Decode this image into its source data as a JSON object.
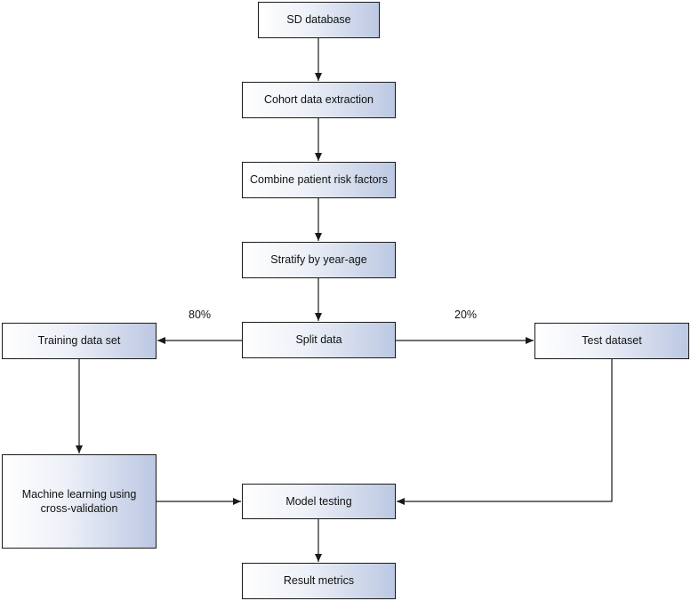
{
  "nodes": {
    "sd_database": "SD database",
    "cohort_extraction": "Cohort data extraction",
    "combine_risk": "Combine patient risk factors",
    "stratify": "Stratify by year-age",
    "split_data": "Split data",
    "training_set": "Training data set",
    "test_dataset": "Test dataset",
    "machine_learning": "Machine learning using cross-validation",
    "model_testing": "Model testing",
    "result_metrics": "Result metrics"
  },
  "edge_labels": {
    "train_split": "80%",
    "test_split": "20%"
  },
  "colors": {
    "box_gradient_end": "#bcc8e2",
    "line": "#1a1a1a"
  }
}
